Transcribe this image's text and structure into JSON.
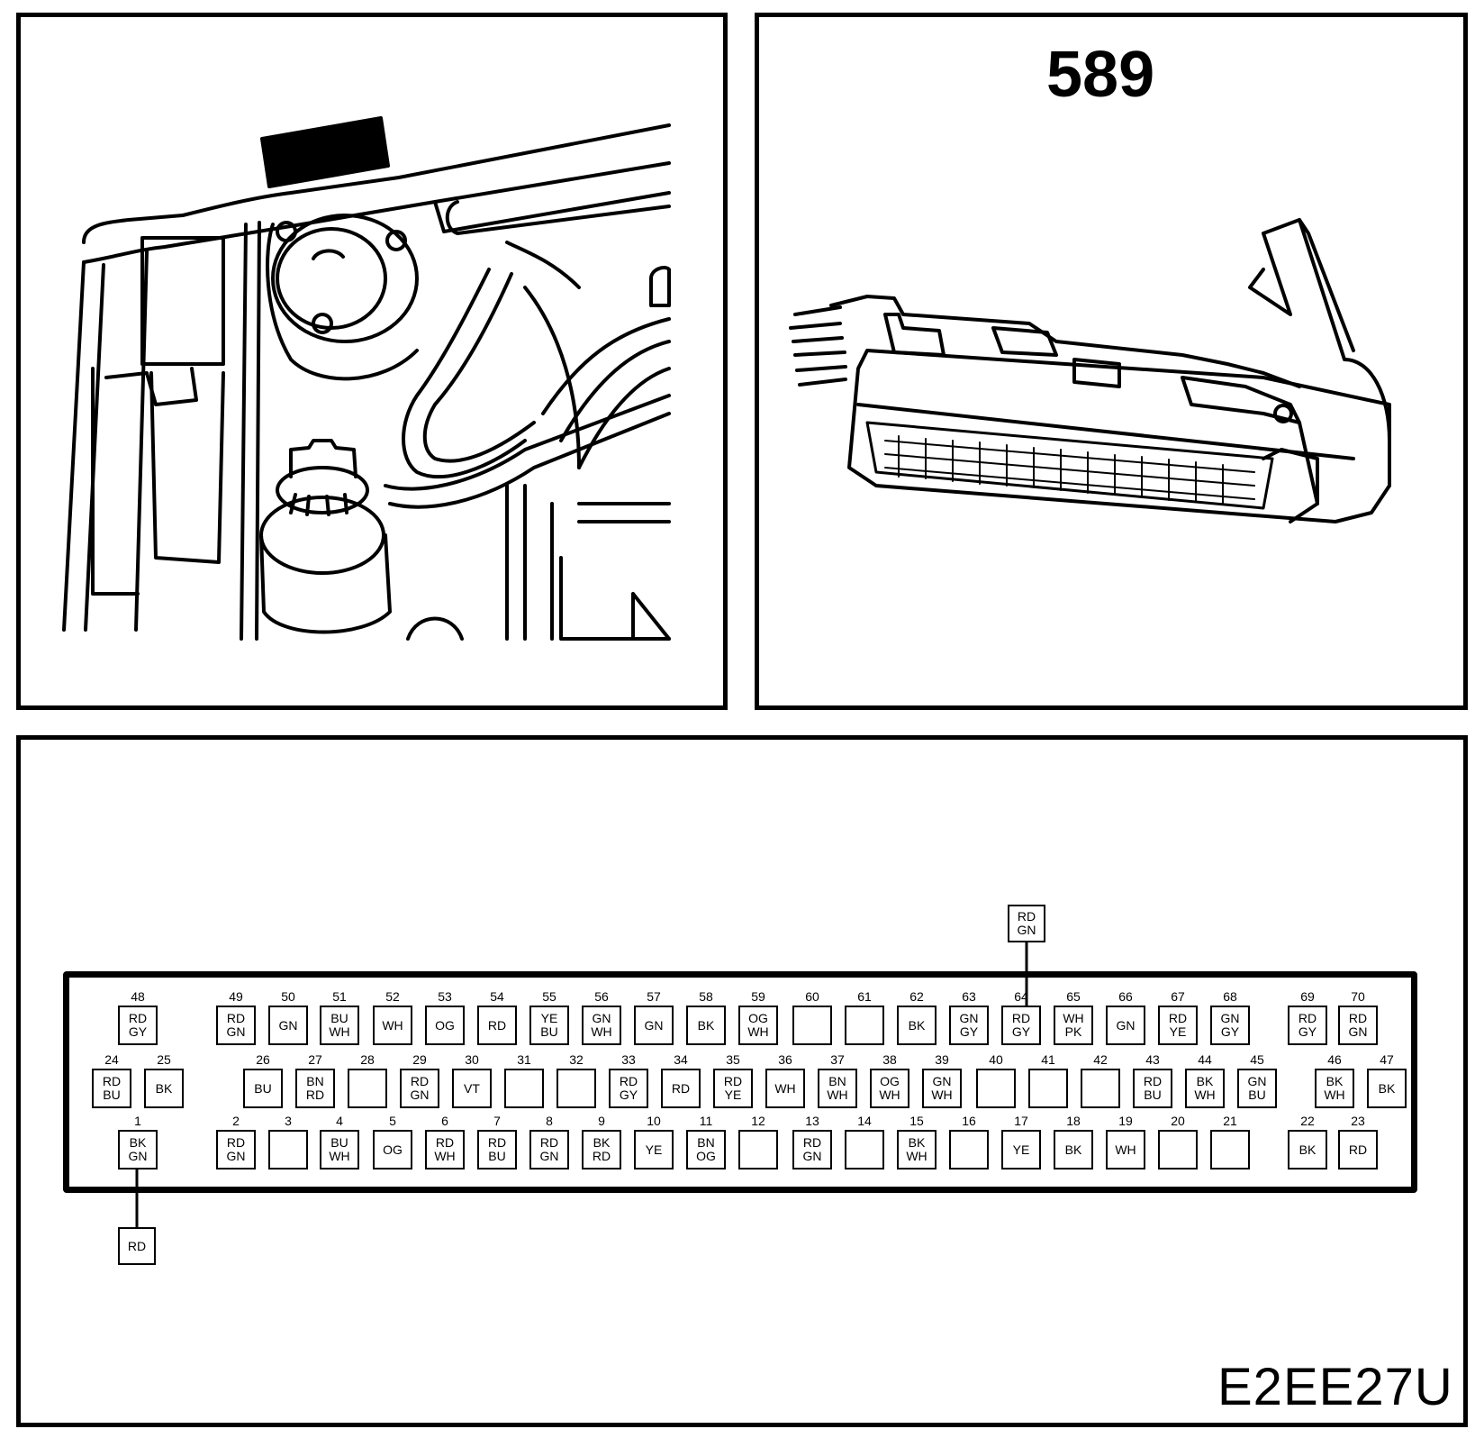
{
  "connector_number": "589",
  "figure_code": "E2EE27U",
  "pins": [
    {
      "n": "48",
      "c": [
        "RD",
        "GY"
      ]
    },
    {
      "n": "49",
      "c": [
        "RD",
        "GN"
      ]
    },
    {
      "n": "50",
      "c": [
        "GN"
      ]
    },
    {
      "n": "51",
      "c": [
        "BU",
        "WH"
      ]
    },
    {
      "n": "52",
      "c": [
        "WH"
      ]
    },
    {
      "n": "53",
      "c": [
        "OG"
      ]
    },
    {
      "n": "54",
      "c": [
        "RD"
      ]
    },
    {
      "n": "55",
      "c": [
        "YE",
        "BU"
      ]
    },
    {
      "n": "56",
      "c": [
        "GN",
        "WH"
      ]
    },
    {
      "n": "57",
      "c": [
        "GN"
      ]
    },
    {
      "n": "58",
      "c": [
        "BK"
      ]
    },
    {
      "n": "59",
      "c": [
        "OG",
        "WH"
      ]
    },
    {
      "n": "60",
      "c": []
    },
    {
      "n": "61",
      "c": []
    },
    {
      "n": "62",
      "c": [
        "BK"
      ]
    },
    {
      "n": "63",
      "c": [
        "GN",
        "GY"
      ]
    },
    {
      "n": "64",
      "c": [
        "RD",
        "GY"
      ]
    },
    {
      "n": "65",
      "c": [
        "WH",
        "PK"
      ]
    },
    {
      "n": "66",
      "c": [
        "GN"
      ]
    },
    {
      "n": "67",
      "c": [
        "RD",
        "YE"
      ]
    },
    {
      "n": "68",
      "c": [
        "GN",
        "GY"
      ]
    },
    {
      "n": "69",
      "c": [
        "RD",
        "GY"
      ]
    },
    {
      "n": "70",
      "c": [
        "RD",
        "GN"
      ]
    },
    {
      "n": "24",
      "c": [
        "RD",
        "BU"
      ]
    },
    {
      "n": "25",
      "c": [
        "BK"
      ]
    },
    {
      "n": "26",
      "c": [
        "BU"
      ]
    },
    {
      "n": "27",
      "c": [
        "BN",
        "RD"
      ]
    },
    {
      "n": "28",
      "c": []
    },
    {
      "n": "29",
      "c": [
        "RD",
        "GN"
      ]
    },
    {
      "n": "30",
      "c": [
        "VT"
      ]
    },
    {
      "n": "31",
      "c": []
    },
    {
      "n": "32",
      "c": []
    },
    {
      "n": "33",
      "c": [
        "RD",
        "GY"
      ]
    },
    {
      "n": "34",
      "c": [
        "RD"
      ]
    },
    {
      "n": "35",
      "c": [
        "RD",
        "YE"
      ]
    },
    {
      "n": "36",
      "c": [
        "WH"
      ]
    },
    {
      "n": "37",
      "c": [
        "BN",
        "WH"
      ]
    },
    {
      "n": "38",
      "c": [
        "OG",
        "WH"
      ]
    },
    {
      "n": "39",
      "c": [
        "GN",
        "WH"
      ]
    },
    {
      "n": "40",
      "c": []
    },
    {
      "n": "41",
      "c": []
    },
    {
      "n": "42",
      "c": []
    },
    {
      "n": "43",
      "c": [
        "RD",
        "BU"
      ]
    },
    {
      "n": "44",
      "c": [
        "BK",
        "WH"
      ]
    },
    {
      "n": "45",
      "c": [
        "GN",
        "BU"
      ]
    },
    {
      "n": "46",
      "c": [
        "BK",
        "WH"
      ]
    },
    {
      "n": "47",
      "c": [
        "BK"
      ]
    },
    {
      "n": "1",
      "c": [
        "BK",
        "GN"
      ]
    },
    {
      "n": "2",
      "c": [
        "RD",
        "GN"
      ]
    },
    {
      "n": "3",
      "c": []
    },
    {
      "n": "4",
      "c": [
        "BU",
        "WH"
      ]
    },
    {
      "n": "5",
      "c": [
        "OG"
      ]
    },
    {
      "n": "6",
      "c": [
        "RD",
        "WH"
      ]
    },
    {
      "n": "7",
      "c": [
        "RD",
        "BU"
      ]
    },
    {
      "n": "8",
      "c": [
        "RD",
        "GN"
      ]
    },
    {
      "n": "9",
      "c": [
        "BK",
        "RD"
      ]
    },
    {
      "n": "10",
      "c": [
        "YE"
      ]
    },
    {
      "n": "11",
      "c": [
        "BN",
        "OG"
      ]
    },
    {
      "n": "12",
      "c": []
    },
    {
      "n": "13",
      "c": [
        "RD",
        "GN"
      ]
    },
    {
      "n": "14",
      "c": []
    },
    {
      "n": "15",
      "c": [
        "BK",
        "WH"
      ]
    },
    {
      "n": "16",
      "c": []
    },
    {
      "n": "17",
      "c": [
        "YE"
      ]
    },
    {
      "n": "18",
      "c": [
        "BK"
      ]
    },
    {
      "n": "19",
      "c": [
        "WH"
      ]
    },
    {
      "n": "20",
      "c": []
    },
    {
      "n": "21",
      "c": []
    },
    {
      "n": "22",
      "c": [
        "BK"
      ]
    },
    {
      "n": "23",
      "c": [
        "RD"
      ]
    }
  ],
  "ext_wire_64": [
    "RD",
    "GN"
  ],
  "ext_wire_1": [
    "RD"
  ]
}
